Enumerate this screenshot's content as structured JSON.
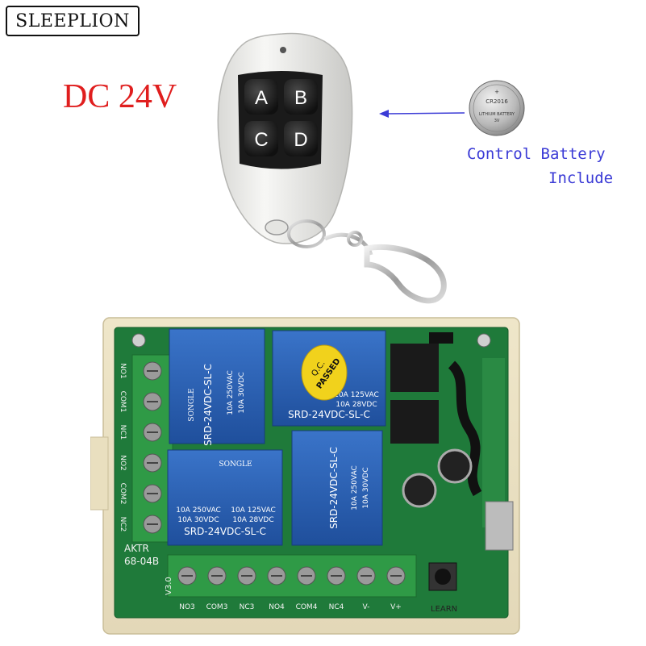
{
  "brand": {
    "label": "SLEEPLION"
  },
  "voltage": {
    "label": "DC 24V"
  },
  "remote": {
    "buttons": [
      "A",
      "B",
      "C",
      "D"
    ]
  },
  "battery": {
    "coin_text": [
      "CR2016",
      "LITHIUM BATTERY",
      "3V"
    ],
    "caption_line1": "Control Battery",
    "caption_line2": "Include"
  },
  "board": {
    "relay_model": "SRD-24VDC-SL-C",
    "relay_brand": "SONGLE",
    "relay_ratings": [
      "10A 250VAC",
      "10A 30VDC",
      "10A 125VAC",
      "10A 28VDC"
    ],
    "qc_sticker": [
      "Q.C.",
      "PASSED"
    ],
    "model_label": [
      "AKTR",
      "68-04B"
    ],
    "version": "V3.0",
    "left_terminals": [
      "NO1",
      "COM1",
      "NC1",
      "NO2",
      "COM2",
      "NC2"
    ],
    "bottom_terminals": [
      "NO3",
      "COM3",
      "NC3",
      "NO4",
      "COM4",
      "NC4",
      "V-",
      "V+"
    ],
    "learn_label": "LEARN"
  },
  "colors": {
    "pcb_green": "#1f7a3a",
    "relay_blue": "#2a62b8",
    "terminal_green": "#2f9a46",
    "voltage_red": "#e01e1e",
    "caption_blue": "#3b3bd6",
    "sticker_yellow": "#f1d21c"
  }
}
